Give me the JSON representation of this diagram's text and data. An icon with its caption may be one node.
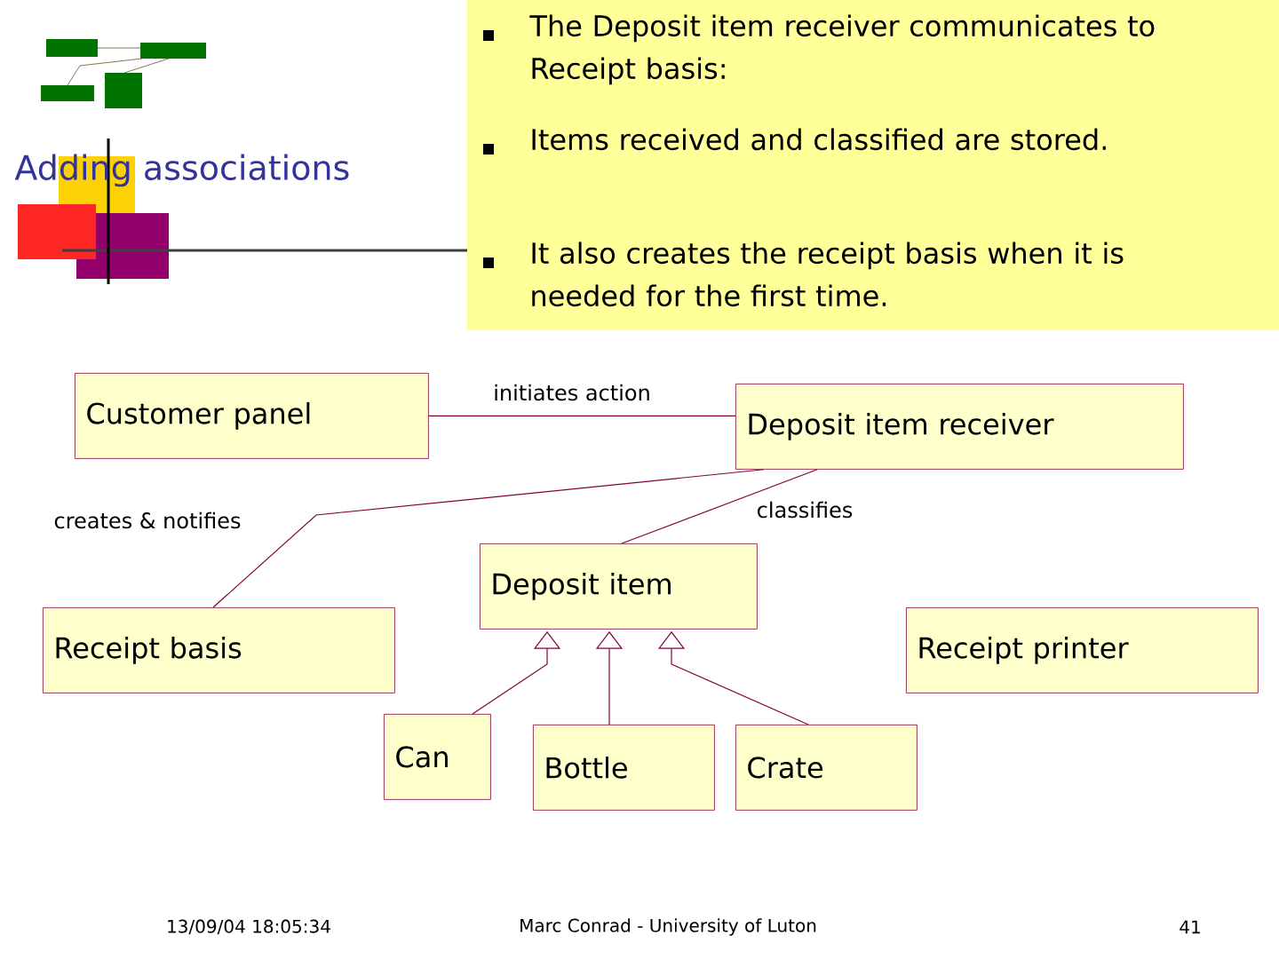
{
  "diagram": {
    "title": "Adding associations",
    "nodes": [
      {
        "text": [
          "Customer panel"
        ]
      },
      {
        "text": [
          "Deposit item receiver"
        ]
      },
      {
        "text": [
          "Deposit item"
        ]
      },
      {
        "text": [
          "Receipt basis"
        ]
      },
      {
        "text": [
          "Receipt printer"
        ]
      },
      {
        "text": [
          "Can"
        ]
      },
      {
        "text": [
          "Bottle"
        ]
      },
      {
        "text": [
          "Crate"
        ]
      }
    ],
    "edges": [
      {
        "from": 0,
        "to": 1,
        "arrow": "none",
        "label": "initiates action"
      },
      {
        "from": 1,
        "to": 3,
        "arrow": "none",
        "label": "creates & notifies"
      },
      {
        "from": 1,
        "to": 2,
        "arrow": "none",
        "label": "classifies"
      },
      {
        "from": 5,
        "to": 2,
        "arrow": "to"
      },
      {
        "from": 6,
        "to": 2,
        "arrow": "to"
      },
      {
        "from": 7,
        "to": 2,
        "arrow": "to"
      }
    ],
    "labels": [
      "The Deposit item receiver communicates to Receipt basis:",
      "Items received and classified are stored.",
      "It also creates the receipt basis when it is needed for the first time.",
      "13/09/04 18:05:34",
      "Marc Conrad - University of Luton",
      "41"
    ]
  }
}
